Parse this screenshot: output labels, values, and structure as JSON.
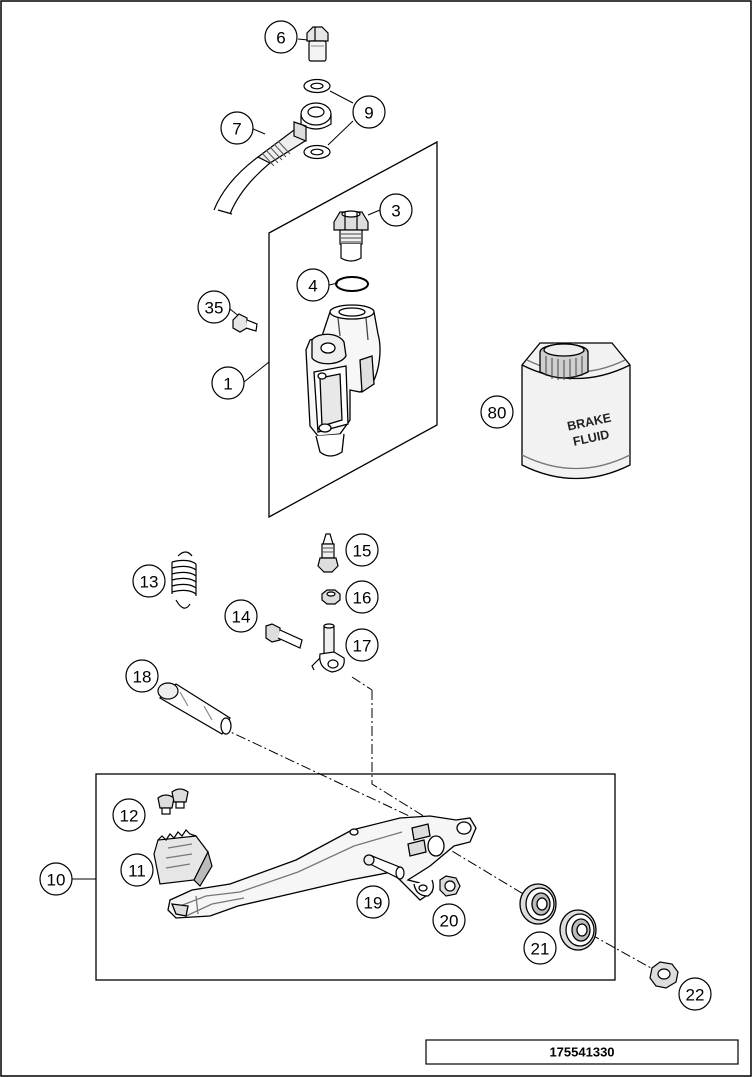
{
  "diagram": {
    "document_number": "175541330",
    "fluid_label_line1": "BRAKE",
    "fluid_label_line2": "FLUID",
    "callouts": [
      {
        "id": "c6",
        "number": "6"
      },
      {
        "id": "c9",
        "number": "9"
      },
      {
        "id": "c7",
        "number": "7"
      },
      {
        "id": "c3",
        "number": "3"
      },
      {
        "id": "c4",
        "number": "4"
      },
      {
        "id": "c35",
        "number": "35"
      },
      {
        "id": "c1",
        "number": "1"
      },
      {
        "id": "c80",
        "number": "80"
      },
      {
        "id": "c15",
        "number": "15"
      },
      {
        "id": "c13",
        "number": "13"
      },
      {
        "id": "c16",
        "number": "16"
      },
      {
        "id": "c14",
        "number": "14"
      },
      {
        "id": "c17",
        "number": "17"
      },
      {
        "id": "c18",
        "number": "18"
      },
      {
        "id": "c12",
        "number": "12"
      },
      {
        "id": "c10",
        "number": "10"
      },
      {
        "id": "c11",
        "number": "11"
      },
      {
        "id": "c19",
        "number": "19"
      },
      {
        "id": "c20",
        "number": "20"
      },
      {
        "id": "c21",
        "number": "21"
      },
      {
        "id": "c22",
        "number": "22"
      }
    ]
  }
}
